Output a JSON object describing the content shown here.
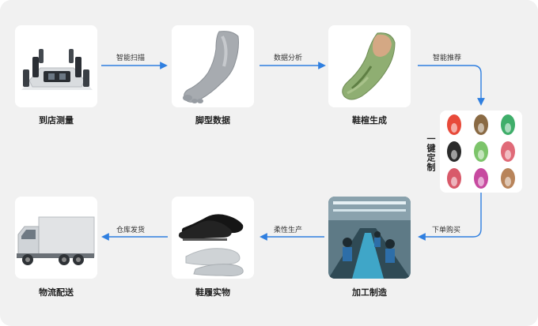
{
  "colors": {
    "arrow": "#2f7fe0",
    "background": "#f1f1f1",
    "tile": "#ffffff"
  },
  "steps": [
    {
      "label": "到店测量",
      "icon": "foot-scanner-image"
    },
    {
      "label": "脚型数据",
      "icon": "3d-foot-model-image"
    },
    {
      "label": "鞋楦生成",
      "icon": "shoe-last-image"
    },
    {
      "label": "一键定制",
      "icon": "shoe-catalog-image"
    },
    {
      "label": "加工制造",
      "icon": "factory-line-image"
    },
    {
      "label": "鞋履实物",
      "icon": "finished-shoes-image"
    },
    {
      "label": "物流配送",
      "icon": "delivery-truck-image"
    }
  ],
  "edges": [
    {
      "label": "智能扫描"
    },
    {
      "label": "数据分析"
    },
    {
      "label": "智能推荐"
    },
    {
      "label": "下单购买"
    },
    {
      "label": "柔性生产"
    },
    {
      "label": "仓库发货"
    }
  ]
}
